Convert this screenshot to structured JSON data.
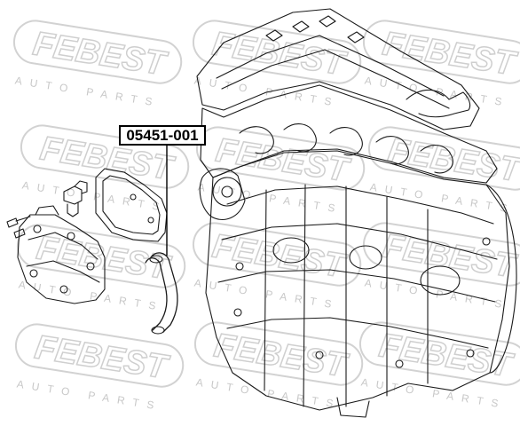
{
  "diagram": {
    "part_label": "05451-001"
  },
  "watermark": {
    "brand": "FEBEST",
    "tagline": "AUTO PARTS"
  },
  "colors": {
    "line": "#1a1a1a",
    "watermark": "#d2d2d2",
    "background": "#ffffff"
  }
}
